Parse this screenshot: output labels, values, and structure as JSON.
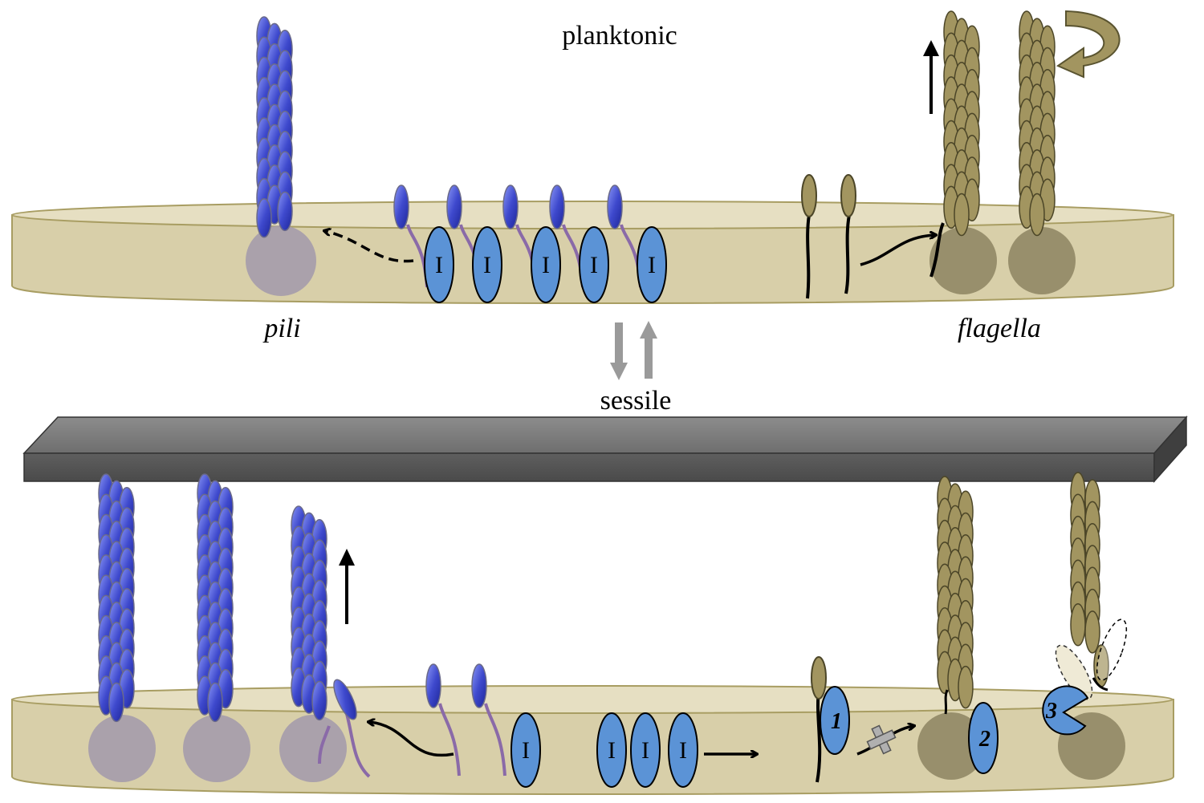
{
  "labels": {
    "planktonic": "planktonic",
    "sessile": "sessile",
    "pili": "pili",
    "flagella": "flagella",
    "inhibitor": "I",
    "step1": "1",
    "step2": "2",
    "step3": "3"
  },
  "colors": {
    "membrane": "#d7cea8",
    "membrane_edge": "#9f955c",
    "pili_blue": "#3b45c8",
    "pili_highlight": "#7a86f0",
    "inhibitor_blue": "#5b93d6",
    "flagella_olive": "#a29560",
    "pili_base": "#a8a0b2",
    "flagella_base": "#8d8462",
    "surface_gray": "#808080",
    "stalk_purple": "#8a6aa8",
    "equilibrium_arrow": "#9a9a9a"
  },
  "icons": [
    "up-arrow-icon",
    "rotation-arrow-icon",
    "equilibrium-arrows-icon",
    "blocked-cross-icon"
  ]
}
